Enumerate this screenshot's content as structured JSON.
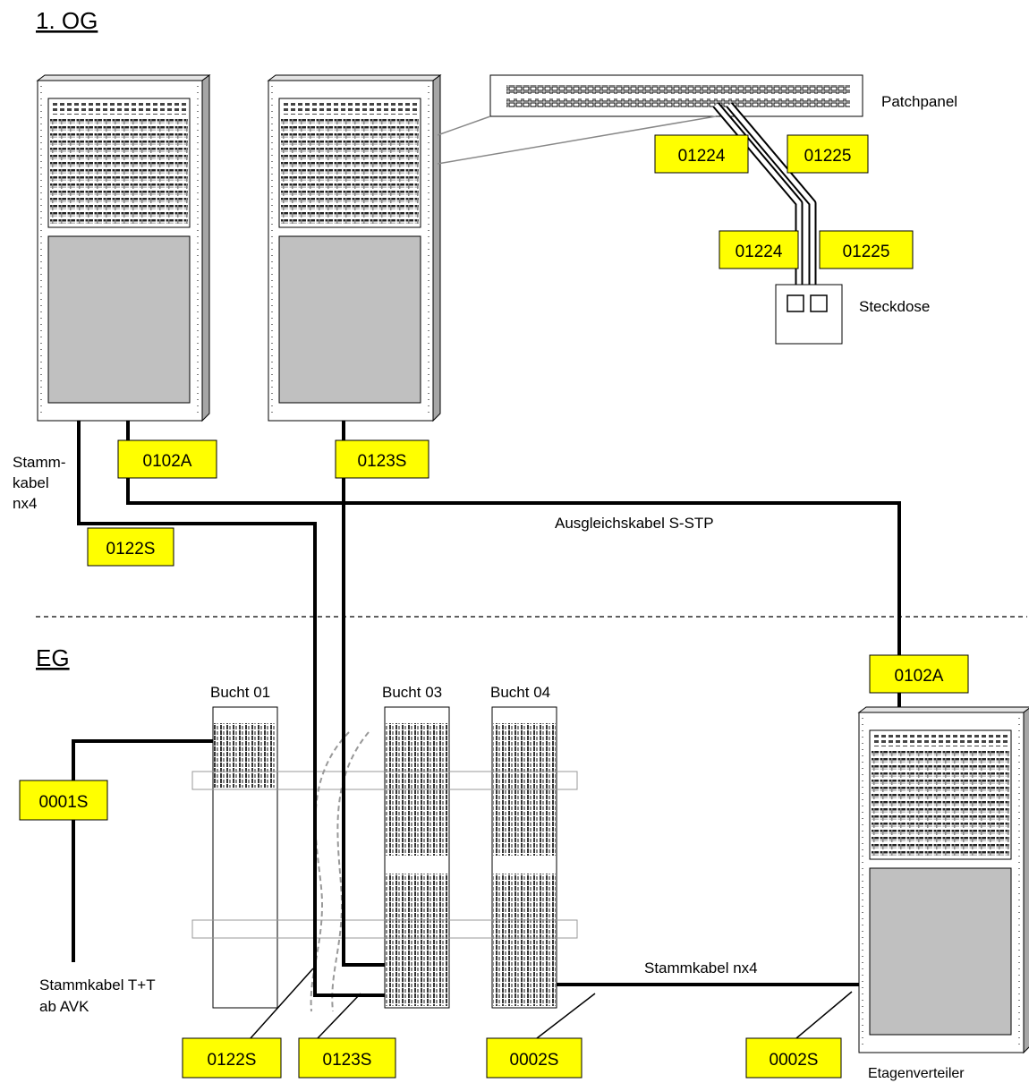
{
  "floors": {
    "upper": "1. OG",
    "ground": "EG"
  },
  "labels": {
    "patchpanel": "Patchpanel",
    "steckdose": "Steckdose",
    "stammkabel_1": "Stamm-",
    "stammkabel_2": "kabel",
    "stammkabel_3": "nx4",
    "ausgleichskabel": "Ausgleichskabel S-STP",
    "stammkabel_tt_1": "Stammkabel T+T",
    "stammkabel_tt_2": "ab AVK",
    "stammkabel_nx4": "Stammkabel nx4",
    "etagenverteiler": "Etagenverteiler",
    "bucht01": "Bucht 01",
    "bucht03": "Bucht 03",
    "bucht04": "Bucht 04"
  },
  "tags": {
    "pp_01224": "01224",
    "pp_01225": "01225",
    "sd_01224": "01224",
    "sd_01225": "01225",
    "og_0102A": "0102A",
    "og_0123S": "0123S",
    "og_0122S": "0122S",
    "eg_0102A": "0102A",
    "eg_0001S": "0001S",
    "eg_0122S": "0122S",
    "eg_0123S": "0123S",
    "eg_0002S_mid": "0002S",
    "eg_0002S_right": "0002S"
  },
  "colors": {
    "tag_fill": "#ffff00",
    "rack_gray": "#c0c0c0",
    "cable": "#000000"
  }
}
